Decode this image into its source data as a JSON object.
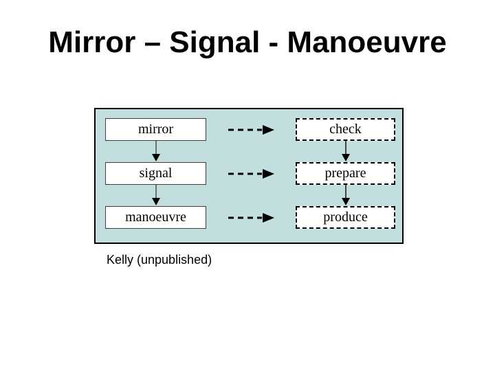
{
  "slide": {
    "title": "Mirror – Signal - Manoeuvre",
    "caption": "Kelly (unpublished)"
  },
  "diagram": {
    "panel_background": "#c3dede",
    "panel_border_color": "#000000",
    "box_background": "#ffffff",
    "left_boxes": [
      {
        "label": "mirror"
      },
      {
        "label": "signal"
      },
      {
        "label": "manoeuvre"
      }
    ],
    "right_boxes": [
      {
        "label": "check"
      },
      {
        "label": "prepare"
      },
      {
        "label": "produce"
      }
    ],
    "arrows": {
      "vertical_style": "solid",
      "horizontal_style": "dashed"
    }
  }
}
